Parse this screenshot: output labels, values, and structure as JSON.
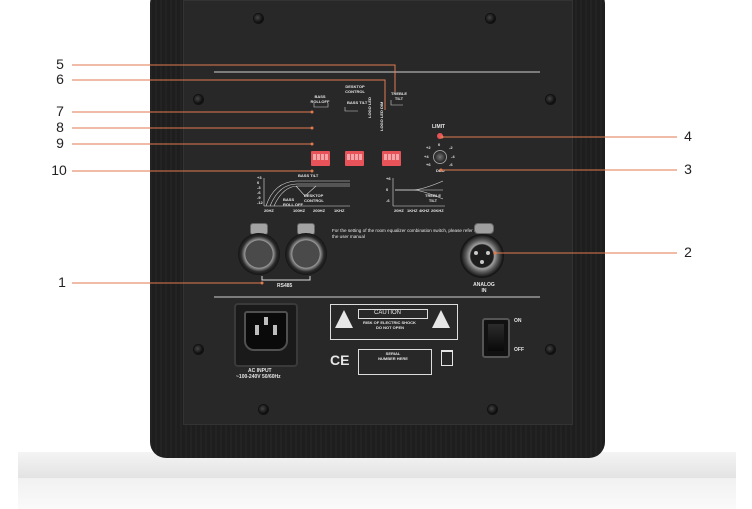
{
  "callouts": [
    "1",
    "2",
    "3",
    "4",
    "5",
    "6",
    "7",
    "8",
    "9",
    "10"
  ],
  "top_labels": {
    "bass_rolloff": "BASS ROLLOFF",
    "desktop_control": "DESKTOP CONTROL",
    "bass_tilt": "BASS TILT",
    "logo_led": "LOGO LED",
    "logo_led_dim": "LOGO LED DIM",
    "treble_tilt": "TREBLE TILT"
  },
  "limit_label": "LIMIT",
  "knob_scale": [
    "+2",
    "0",
    "-2",
    "+4",
    "-4",
    "+6",
    "-6"
  ],
  "knob_unit": "dBu",
  "eq_graph_left": {
    "ylabels": [
      "+3",
      "0",
      "-3",
      "-6",
      "-9",
      "-12"
    ],
    "xlabels": [
      "20Hz",
      "100Hz",
      "200Hz",
      "1kHz"
    ],
    "annotations": [
      "BASS TILT",
      "DESKTOP CONTROL",
      "BASS ROLL OFF"
    ]
  },
  "eq_graph_right": {
    "ylabels": [
      "+6",
      "0",
      "-6"
    ],
    "xlabels": [
      "20Hz",
      "1kHz",
      "4kHz",
      "20kHz"
    ],
    "annotations": [
      "TREBLE TILT"
    ]
  },
  "eq_note": "For the setting of the room equalizer combination switch, please refer to the user manual",
  "rs485_label": "RS485",
  "analog_in_label": "ANALOG IN",
  "caution": {
    "title": "CAUTION",
    "line1": "RISK OF ELECTRIC SHOCK",
    "line2": "DO NOT OPEN"
  },
  "ce_mark": "CE",
  "serial_box": "SERIAL NUMBER HERE",
  "ac_input": {
    "line1": "AC INPUT",
    "line2": "~100-240V 50/60Hz"
  },
  "power_switch": {
    "on": "ON",
    "off": "OFF"
  },
  "colors": {
    "callout_line": "#e07a4f",
    "dip_switch": "#e8535a",
    "limit_led": "#e8535a",
    "panel": "#282828"
  }
}
